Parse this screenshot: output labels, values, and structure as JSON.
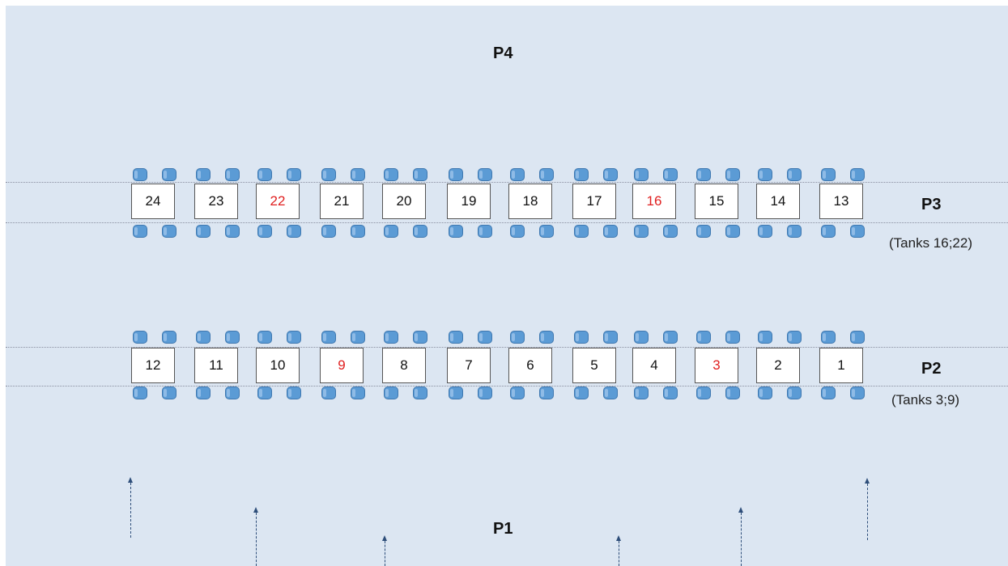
{
  "labels": {
    "p4": "P4",
    "p3": "P3",
    "p3_note": "(Tanks 16;22)",
    "p2": "P2",
    "p2_note": "(Tanks 3;9)",
    "p1": "P1"
  },
  "rows": {
    "top": [
      "24",
      "23",
      "22",
      "21",
      "20",
      "19",
      "18",
      "17",
      "16",
      "15",
      "14",
      "13"
    ],
    "bottom": [
      "12",
      "11",
      "10",
      "9",
      "8",
      "7",
      "6",
      "5",
      "4",
      "3",
      "2",
      "1"
    ]
  },
  "highlighted": [
    "22",
    "16",
    "9",
    "3"
  ],
  "colors": {
    "background": "#dce6f2",
    "highlight_text": "#e02020",
    "cylinder": "#5b9bd5",
    "arrow": "#2e4e7a"
  }
}
